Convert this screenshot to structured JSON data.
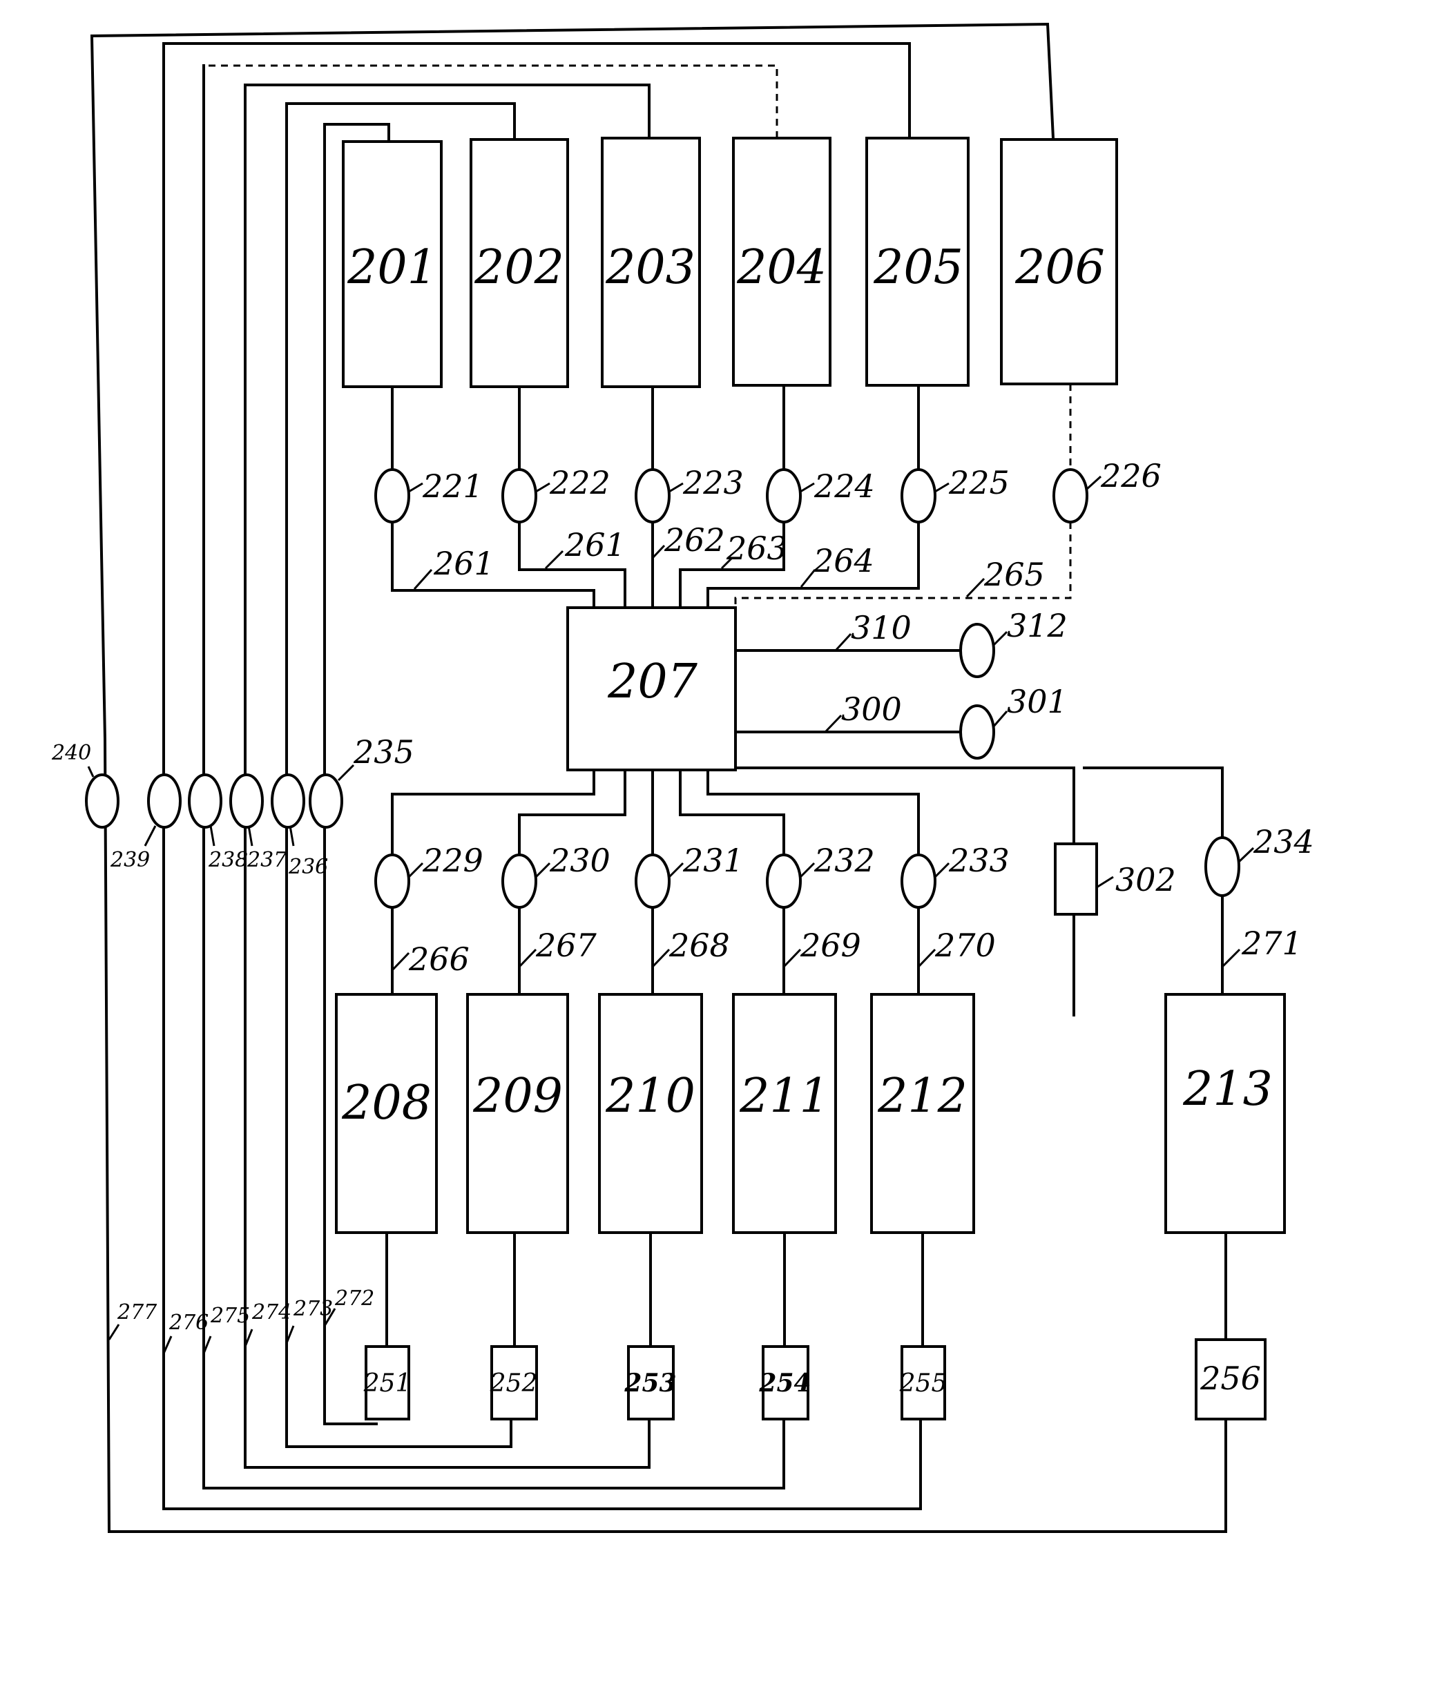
{
  "boxes": {
    "b201": "201",
    "b202": "202",
    "b203": "203",
    "b204": "204",
    "b205": "205",
    "b206": "206",
    "b207": "207",
    "b208": "208",
    "b209": "209",
    "b210": "210",
    "b211": "211",
    "b212": "212",
    "b213": "213",
    "b251": "251",
    "b252": "252",
    "b253": "253",
    "b254": "254",
    "b255": "255",
    "b256": "256",
    "b302": "302"
  },
  "valves": {
    "v221": "221",
    "v222": "222",
    "v223": "223",
    "v224": "224",
    "v225": "225",
    "v226": "226",
    "v229": "229",
    "v230": "230",
    "v231": "231",
    "v232": "232",
    "v233": "233",
    "v234": "234",
    "v235": "235",
    "v236": "236",
    "v237": "237",
    "v238": "238",
    "v239": "239",
    "v240": "240",
    "v301": "301",
    "v312": "312"
  },
  "lines": {
    "l261a": "261",
    "l261b": "261",
    "l262": "262",
    "l263": "263",
    "l264": "264",
    "l265": "265",
    "l266": "266",
    "l267": "267",
    "l268": "268",
    "l269": "269",
    "l270": "270",
    "l271": "271",
    "l272": "272",
    "l273": "273",
    "l274": "274",
    "l275": "275",
    "l276": "276",
    "l277": "277",
    "l300": "300",
    "l310": "310"
  }
}
